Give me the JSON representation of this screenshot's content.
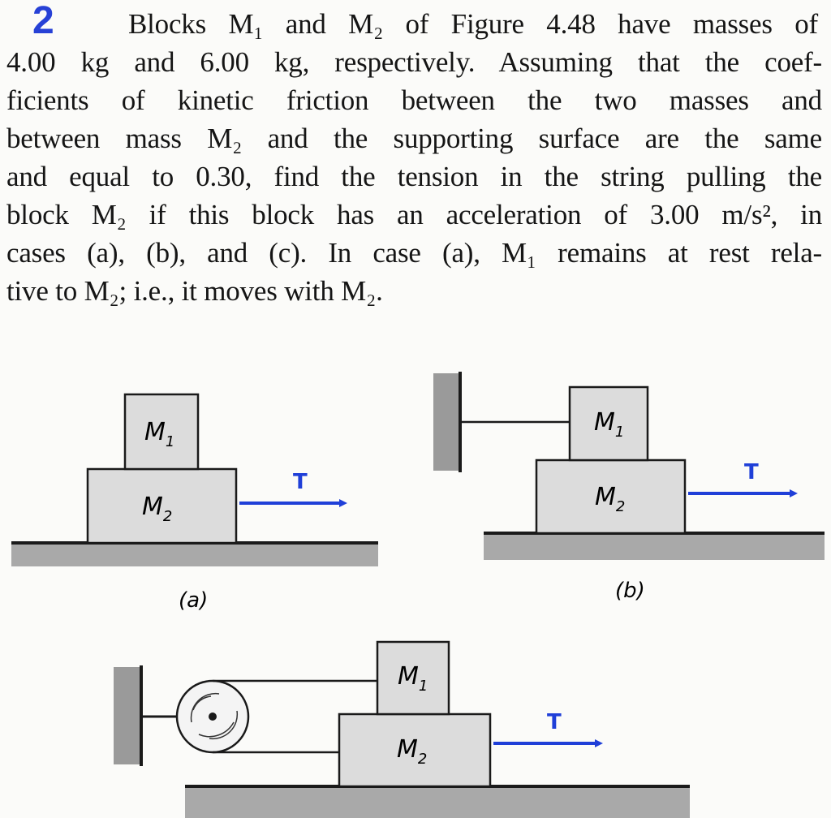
{
  "problem": {
    "number": "2",
    "lines": [
      "Blocks M₁ and M₂ of Figure 4.48 have masses of",
      "4.00 kg and 6.00 kg, respectively. Assuming that the coef-",
      "ficients of kinetic friction between the two masses and",
      "between mass M₂ and the supporting surface are the same",
      "and equal to 0.30, find the tension in the string pulling the",
      "block M₂ if this block has an acceleration of 3.00 m/s², in",
      "cases (a), (b), and (c). In case (a), M₁ remains at rest rela-",
      "tive to M₂; i.e., it moves with M₂."
    ]
  },
  "figure": {
    "block_top_label": "M",
    "block_top_sub": "1",
    "block_bottom_label": "M",
    "block_bottom_sub": "2",
    "force_label": "T",
    "cases": [
      "(a)",
      "(b)"
    ],
    "colors": {
      "block_fill": "#dcdcdc",
      "ground_fill": "#a9a9a9",
      "wall_fill": "#9a9a9a",
      "arrow": "#1f3fd8",
      "ink": "#1a1a1a"
    }
  }
}
